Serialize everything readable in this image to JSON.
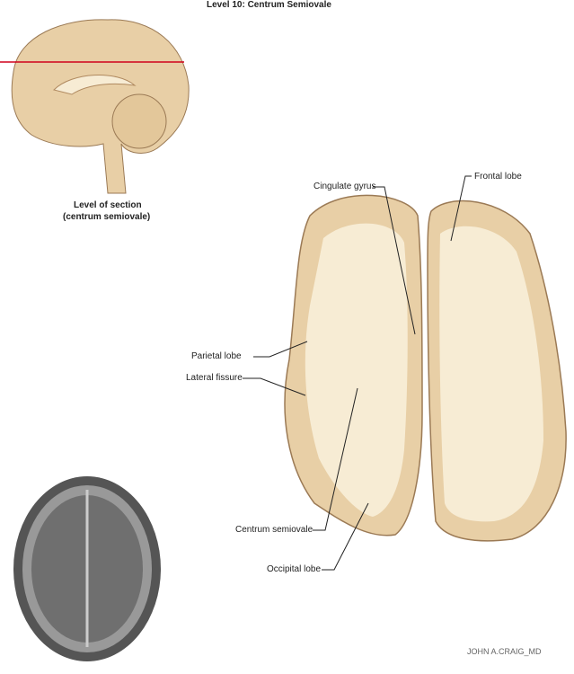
{
  "title": "Level 10: Centrum Semiovale",
  "section_caption": {
    "line1": "Level of section",
    "line2": "(centrum semiovale)"
  },
  "labels": {
    "cingulate": "Cingulate gyrus",
    "frontal": "Frontal lobe",
    "parietal": "Parietal lobe",
    "lateral": "Lateral fissure",
    "centrum": "Centrum semiovale",
    "occipital": "Occipital lobe"
  },
  "signature": "JOHN A.CRAIG MD",
  "colors": {
    "gray_matter": "#e8cfa6",
    "white_matter": "#f7ecd4",
    "section_line": "#d0021b",
    "outline": "#9b7a55"
  }
}
